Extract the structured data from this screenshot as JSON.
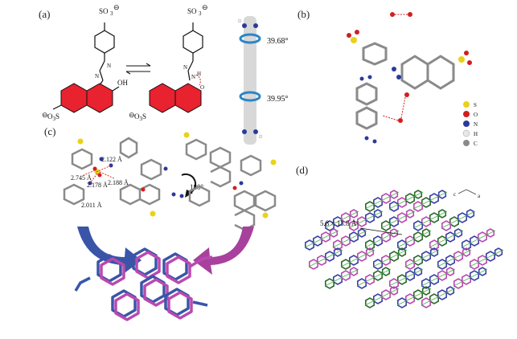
{
  "panels": {
    "a": {
      "label": "(a)",
      "group_top_left": "SO",
      "group_top_right": "SO",
      "sub3": "3",
      "neg": "⊖",
      "oh": "OH",
      "n1": "N",
      "n2": "N",
      "nh": "N",
      "h": "H",
      "o": "O",
      "group_bottom_left": "O",
      "group_bottom_left_s": "S",
      "group_bottom_right": "O",
      "group_bottom_right_s": "S",
      "angle_top": "39.68°",
      "angle_bottom": "39.95°"
    },
    "b": {
      "label": "(b)",
      "legend": [
        "S",
        "O",
        "N",
        "H",
        "C"
      ],
      "colors": {
        "S": "#e8d21a",
        "O": "#d21e1e",
        "N": "#2a3a9c",
        "H": "#e8e8e8",
        "C": "#8a8a8a"
      }
    },
    "c": {
      "label": "(c)",
      "distances": [
        "2.122 Å",
        "2.745 Å",
        "2.178 Å",
        "2.188 Å",
        "2.011 Å"
      ],
      "rotation": "180°",
      "arrow_left_color": "#3a55a8",
      "arrow_right_color": "#a8409e"
    },
    "d": {
      "label": "(d)",
      "pore": "5.8 × 13.8 Å²",
      "axis_c": "c",
      "axis_a": "a"
    }
  }
}
